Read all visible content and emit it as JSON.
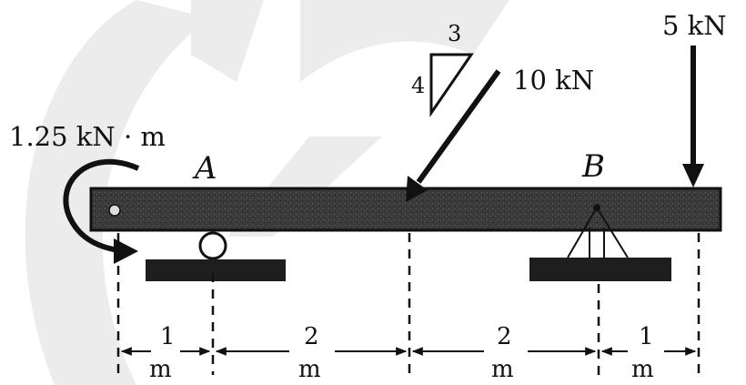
{
  "loads": {
    "moment": "1.25 kN · m",
    "inclined_force": "10 kN",
    "vertical_force": "5 kN"
  },
  "slope": {
    "horizontal": "3",
    "vertical": "4"
  },
  "supports": {
    "a": "A",
    "b": "B"
  },
  "dimensions": [
    {
      "value": "1",
      "unit": "m"
    },
    {
      "value": "2",
      "unit": "m"
    },
    {
      "value": "2",
      "unit": "m"
    },
    {
      "value": "1",
      "unit": "m"
    }
  ],
  "colors": {
    "ink": "#111111",
    "beam": "#3a3a3a",
    "watermark": "#e6e6e6"
  }
}
